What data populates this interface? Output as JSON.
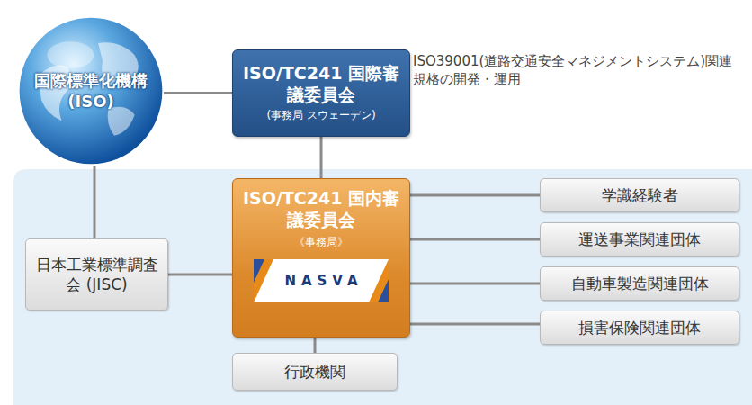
{
  "diagram": {
    "nodes": [
      {
        "text": [
          "国際標準化機構 (ISO)"
        ]
      },
      {
        "text": [
          "ISO/TC241 国際審議委員会",
          "(事務局 スウェーデン)"
        ]
      },
      {
        "text": [
          "日本工業標準調査会 (JISC)"
        ]
      },
      {
        "text": [
          "ISO/TC241 国内審議委員会",
          "《事務局》",
          "NASVA"
        ]
      },
      {
        "text": [
          "学識経験者"
        ]
      },
      {
        "text": [
          "運送事業関連団体"
        ]
      },
      {
        "text": [
          "自動車製造関連団体"
        ]
      },
      {
        "text": [
          "損害保険関連団体"
        ]
      },
      {
        "text": [
          "行政機関"
        ]
      }
    ],
    "edges": [
      {
        "from": 0,
        "to": 1,
        "arrow": "none"
      },
      {
        "from": 0,
        "to": 2,
        "arrow": "none"
      },
      {
        "from": 1,
        "to": 3,
        "arrow": "none"
      },
      {
        "from": 2,
        "to": 3,
        "arrow": "none"
      },
      {
        "from": 3,
        "to": 4,
        "arrow": "none"
      },
      {
        "from": 3,
        "to": 5,
        "arrow": "none"
      },
      {
        "from": 3,
        "to": 6,
        "arrow": "none"
      },
      {
        "from": 3,
        "to": 7,
        "arrow": "none"
      },
      {
        "from": 3,
        "to": 8,
        "arrow": "none"
      }
    ],
    "labels": [
      "ISO39001(道路交通安全マネジメントシステム)関連規格の開発・運用"
    ]
  }
}
